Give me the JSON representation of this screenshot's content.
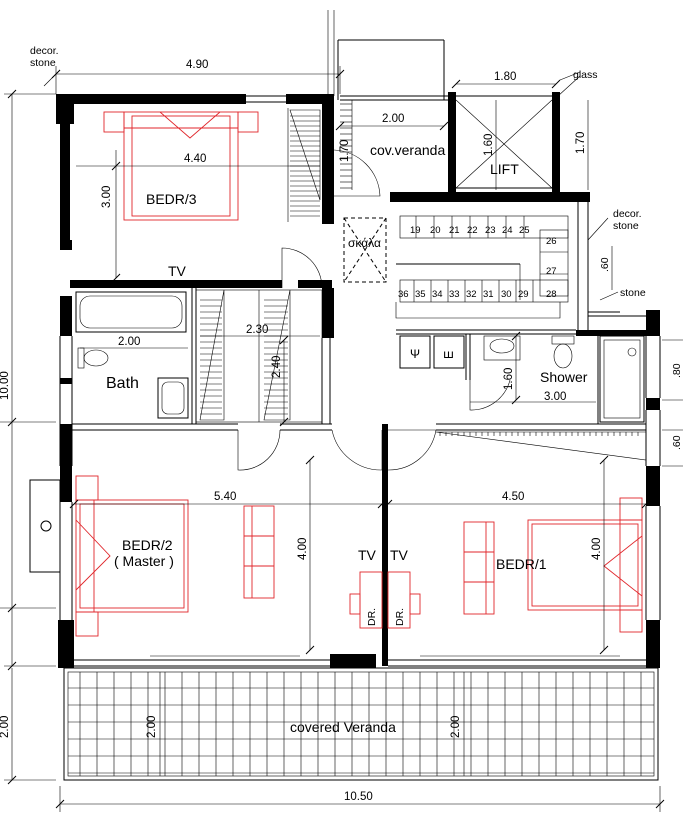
{
  "rooms": {
    "bedr3": "BEDR/3",
    "bedr2_line1": "BEDR/2",
    "bedr2_line2": "( Master )",
    "bedr1": "BEDR/1",
    "bath": "Bath",
    "shower": "Shower",
    "cov_veranda_small": "cov.veranda",
    "lift": "LIFT",
    "stairs": "σκάλα",
    "covered_veranda": "covered Veranda"
  },
  "notes": {
    "decor_stone_1": "decor.",
    "decor_stone_2": "stone",
    "decor_stone_right_1": "decor.",
    "decor_stone_right_2": "stone",
    "glass": "glass",
    "stone": "stone"
  },
  "furniture": {
    "tv_bedr3": "TV",
    "tv_master": "TV",
    "tv_bedr1": "TV",
    "dr_master": "DR.",
    "dr_bedr1": "DR."
  },
  "symbols": {
    "sink_symbol": "Ψ",
    "washer_symbol": "ꟺ"
  },
  "dimensions": {
    "top_width": "4.90",
    "bedr3_width": "4.40",
    "bedr3_depth": "3.00",
    "cov_veranda_width": "2.00",
    "cov_veranda_depth": "1.70",
    "lift_top": "1.80",
    "lift_height": "1.60",
    "glass_depth": "1.70",
    "bath_width": "2.00",
    "closet_width": "2.30",
    "closet_depth": "2.40",
    "shower_depth": "1.60",
    "shower_width": "3.00",
    "stone_step": ".60",
    "window_right_1": ".80",
    "window_right_2": ".60",
    "master_width": "5.40",
    "master_depth": "4.00",
    "bedr1_width": "4.50",
    "bedr1_depth": "4.00",
    "total_depth": "10.00",
    "veranda_depth_left": "2.00",
    "veranda_depth_mid": "2.00",
    "veranda_depth_right": "2.00",
    "total_width": "10.50"
  },
  "stair_steps_upper": [
    "19",
    "20",
    "21",
    "22",
    "23",
    "24",
    "25"
  ],
  "stair_steps_side": [
    "26",
    "27",
    "28"
  ],
  "stair_steps_lower": [
    "36",
    "35",
    "34",
    "33",
    "32",
    "31",
    "30",
    "29"
  ]
}
